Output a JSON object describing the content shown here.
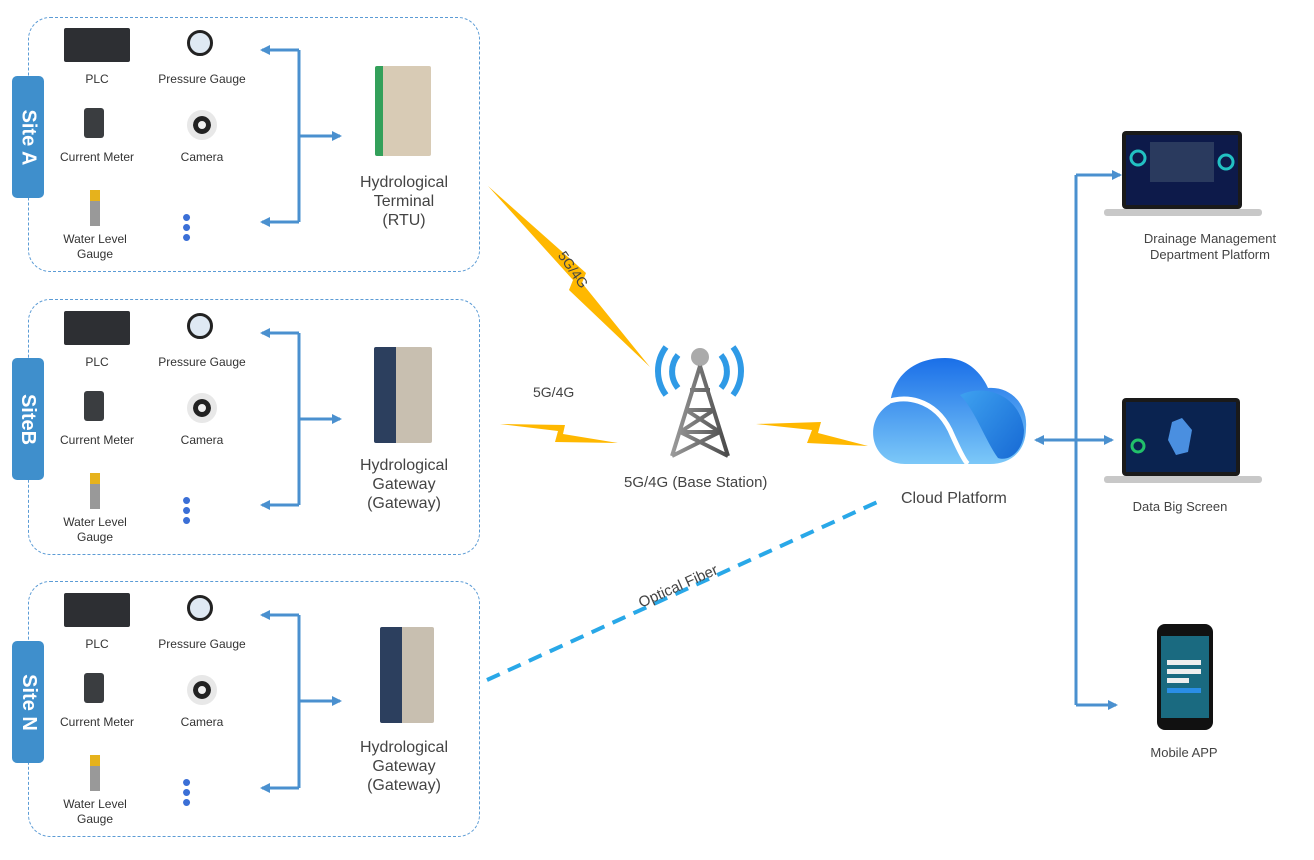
{
  "sites": [
    {
      "tab_label": "Site A",
      "devices": [
        "PLC",
        "Pressure Gauge",
        "Current Meter",
        "Camera",
        "Water Level Gauge"
      ],
      "more": "• • •",
      "hub": {
        "line1": "Hydrological",
        "line2": "Terminal",
        "line3": "(RTU)"
      }
    },
    {
      "tab_label": "SiteB",
      "devices": [
        "PLC",
        "Pressure Gauge",
        "Current Meter",
        "Camera",
        "Water Level Gauge"
      ],
      "more": "• • •",
      "hub": {
        "line1": "Hydrological",
        "line2": "Gateway",
        "line3": "(Gateway)"
      }
    },
    {
      "tab_label": "Site N",
      "devices": [
        "PLC",
        "Pressure Gauge",
        "Current Meter",
        "Camera",
        "Water Level Gauge"
      ],
      "more": "• • •",
      "hub": {
        "line1": "Hydrological",
        "line2": "Gateway",
        "line3": "(Gateway)"
      }
    }
  ],
  "links": {
    "site_a_to_station": "5G/4G",
    "site_b_to_station": "5G/4G",
    "site_n_to_cloud": "Optical Fiber"
  },
  "base_station": {
    "label": "5G/4G (Base Station)"
  },
  "cloud": {
    "label": "Cloud Platform"
  },
  "clients": [
    {
      "label_line1": "Drainage Management",
      "label_line2": "Department Platform"
    },
    {
      "label_line1": "Data Big Screen",
      "label_line2": ""
    },
    {
      "label_line1": "Mobile APP",
      "label_line2": ""
    }
  ],
  "colors": {
    "accent_blue": "#4a90cf",
    "tab_blue": "#3f8fcc",
    "bolt_yellow": "#ffb800",
    "fiber_blue": "#29a8e8"
  }
}
